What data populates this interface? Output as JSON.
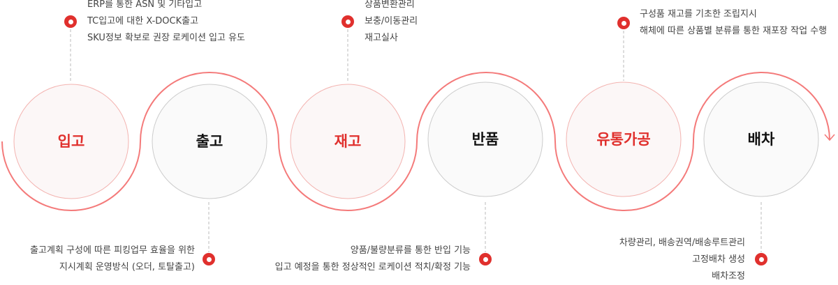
{
  "colors": {
    "accent": "#e0302d",
    "wave": "#f47a7a",
    "accent_circle_fill": "#fcf7f7",
    "accent_circle_stroke": "#f3b3b0",
    "plain_circle_fill": "#fafafa",
    "plain_circle_stroke": "#cccccc",
    "connector": "#bbbbbb"
  },
  "stages": [
    {
      "label": "입고",
      "style": "accent",
      "description_position": "top",
      "description": [
        "ERP를 통한 ASN 및 기타입고",
        "TC입고에 대한 X-DOCK출고",
        "SKU정보 확보로 권장 로케이션 입고 유도"
      ]
    },
    {
      "label": "출고",
      "style": "plain",
      "description_position": "bottom",
      "description": [
        "출고계획 구성에 따른 피킹업무 효율을 위한",
        "지시계획 운영방식 (오더, 토탈출고)"
      ]
    },
    {
      "label": "재고",
      "style": "accent",
      "description_position": "top",
      "description": [
        "상품변환관리",
        "보충/이동관리",
        "재고실사"
      ]
    },
    {
      "label": "반품",
      "style": "plain",
      "description_position": "bottom",
      "description": [
        "양품/불량분류를 통한 반입 기능",
        "입고 예정을 통한 정상적인 로케이션 적치/확정 기능"
      ]
    },
    {
      "label": "유통가공",
      "style": "accent",
      "description_position": "top",
      "description": [
        "구성품 재고를 기초한 조립지시",
        "해체에 따른 상품별 분류를 통한 재포장 작업 수행"
      ]
    },
    {
      "label": "배차",
      "style": "plain",
      "description_position": "bottom",
      "description": [
        "차량관리, 배송권역/배송루트관리",
        "고정배차 생성",
        "배차조정"
      ]
    }
  ]
}
